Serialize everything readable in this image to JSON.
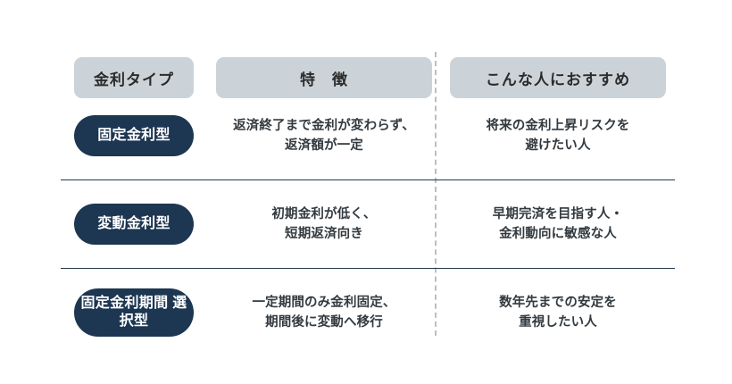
{
  "table": {
    "columns": [
      {
        "key": "rate_type",
        "label": "金利タイプ"
      },
      {
        "key": "features",
        "label": "特　徴"
      },
      {
        "key": "recommended",
        "label": "こんな人におすすめ"
      }
    ],
    "rows": [
      {
        "badge_line1": "固定金利型",
        "badge_line2": "",
        "feature_line1": "返済終了まで金利が変わらず、",
        "feature_line2": "返済額が一定",
        "recommend_line1": "将来の金利上昇リスクを",
        "recommend_line2": "避けたい人"
      },
      {
        "badge_line1": "変動金利型",
        "badge_line2": "",
        "feature_line1": "初期金利が低く、",
        "feature_line2": "短期返済向き",
        "recommend_line1": "早期完済を目指す人・",
        "recommend_line2": "金利動向に敏感な人"
      },
      {
        "badge_line1": "固定金利期間",
        "badge_line2": "選択型",
        "feature_line1": "一定期間のみ金利固定、",
        "feature_line2": "期間後に変動へ移行",
        "recommend_line1": "数年先までの安定を",
        "recommend_line2": "重視したい人"
      }
    ]
  },
  "colors": {
    "header_pill_bg": "#ccd3d8",
    "badge_bg": "#1d3651",
    "badge_text": "#ffffff",
    "body_text": "#333a3f",
    "divider": "#23384e",
    "dashed_divider": "#b9bfc4",
    "background": "#ffffff"
  }
}
